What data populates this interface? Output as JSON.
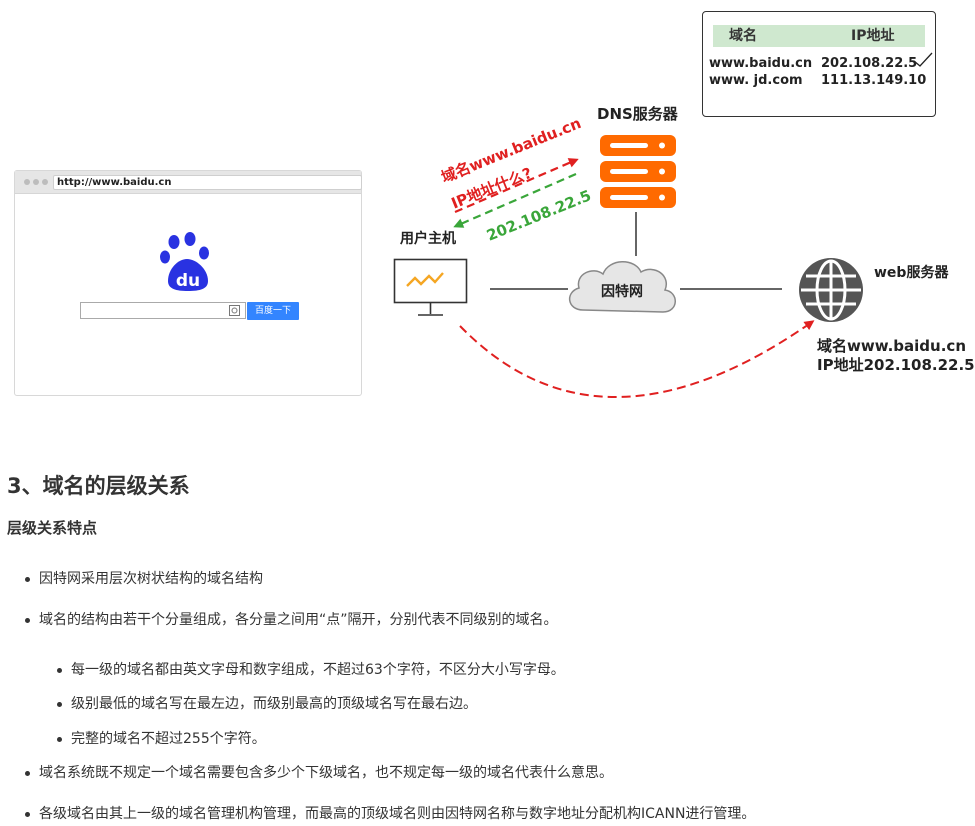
{
  "browser": {
    "url": "http://www.baidu.cn",
    "logo_text": "du",
    "search_button": "百度一下"
  },
  "dns_table": {
    "headers": [
      "域名",
      "IP地址"
    ],
    "rows": [
      {
        "domain": "www.baidu.cn",
        "ip": "202.108.22.5"
      },
      {
        "domain": "www. jd.com",
        "ip": "111.13.149.10"
      }
    ],
    "check_mark": "✓"
  },
  "diagram": {
    "dns_server_label": "DNS服务器",
    "host_label": "用户主机",
    "internet_label": "因特网",
    "web_server_label": "web服务器",
    "query_line1": "域名www.baidu.cn",
    "query_line2": "IP地址什么?",
    "reply": "202.108.22.5",
    "web_domain": "域名www.baidu.cn",
    "web_ip": "IP地址202.108.22.5",
    "colors": {
      "query": "#e02020",
      "reply": "#3aa63a",
      "server": "#ff6a00",
      "globe": "#555555"
    }
  },
  "section": {
    "heading": "3、域名的层级关系",
    "subheading": "层级关系特点",
    "items": [
      "因特网采用层次树状结构的域名结构",
      "域名的结构由若干个分量组成，各分量之间用“点”隔开，分别代表不同级别的域名。",
      "每一级的域名都由英文字母和数字组成，不超过63个字符，不区分大小写字母。",
      "级别最低的域名写在最左边，而级别最高的顶级域名写在最右边。",
      "完整的域名不超过255个字符。",
      "域名系统既不规定一个域名需要包含多少个下级域名，也不规定每一级的域名代表什么意思。",
      "各级域名由其上一级的域名管理机构管理，而最高的顶级域名则由因特网名称与数字地址分配机构ICANN进行管理。"
    ]
  }
}
